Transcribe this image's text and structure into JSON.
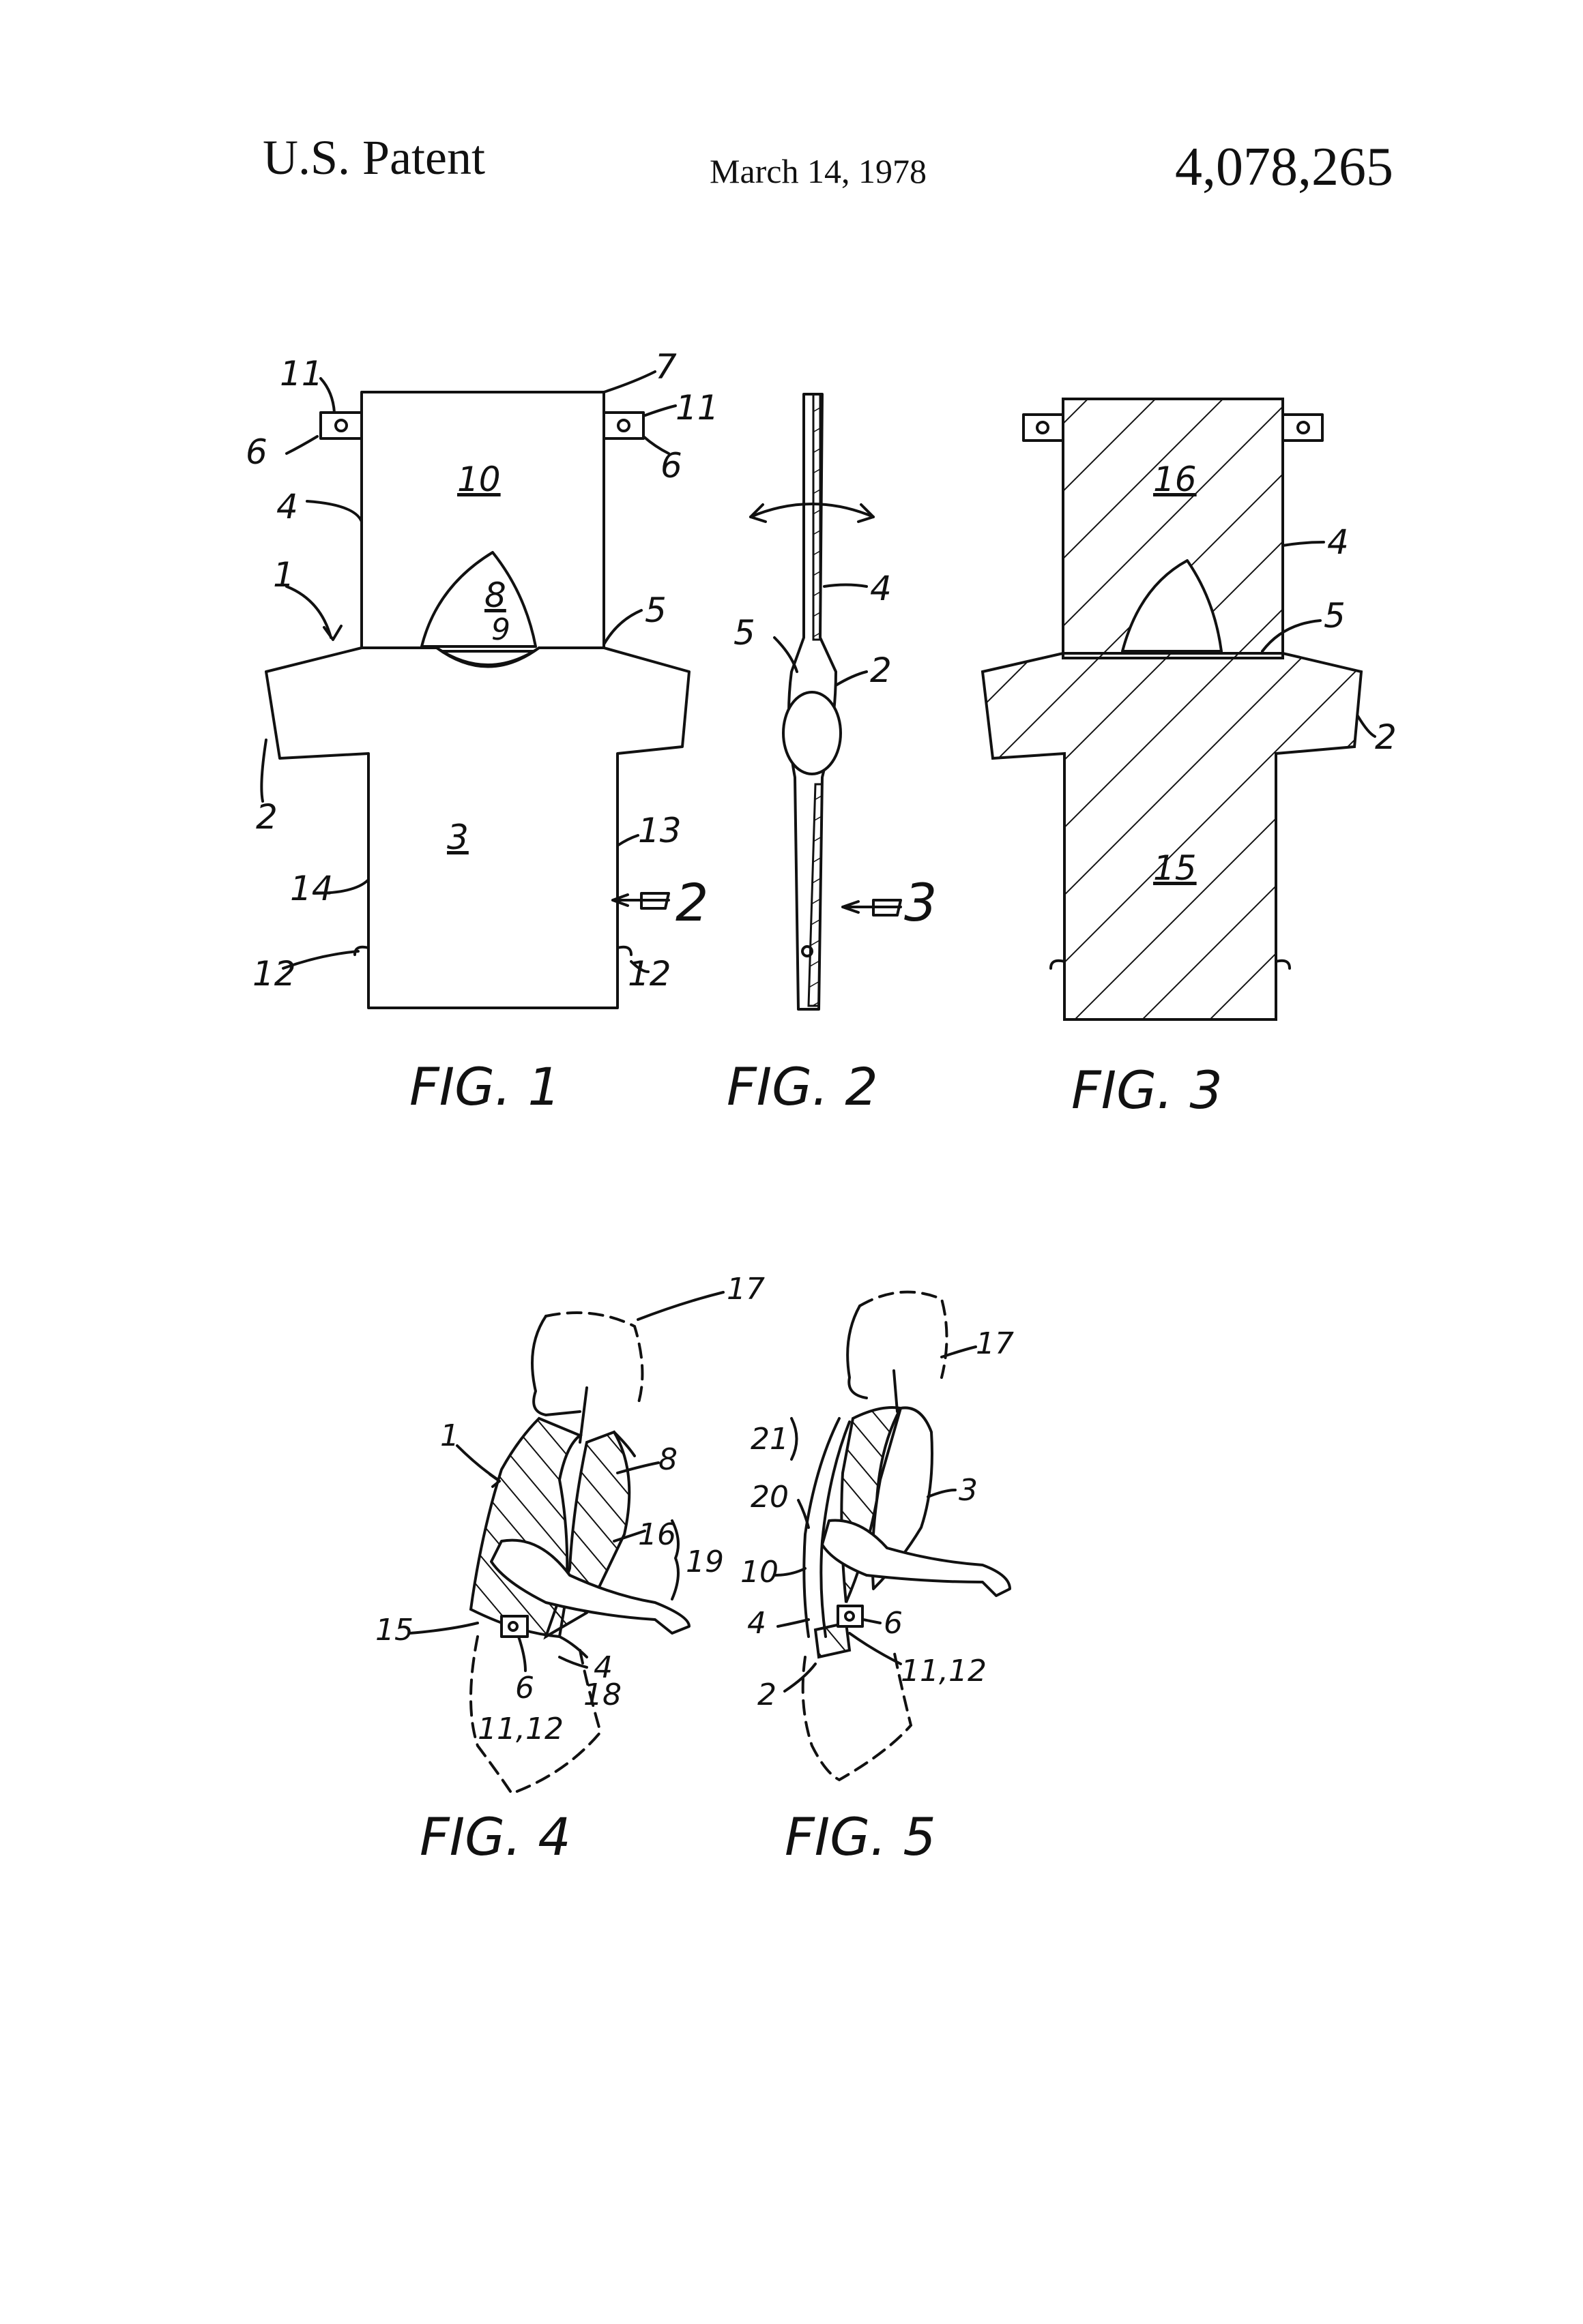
{
  "header": {
    "left": "U.S. Patent",
    "date": "March 14, 1978",
    "patent_number": "4,078,265"
  },
  "figures": [
    {
      "id": "fig1",
      "caption": "FIG. 1",
      "refs": [
        "11",
        "7",
        "11",
        "6",
        "6",
        "10",
        "4",
        "1",
        "8",
        "9",
        "5",
        "2",
        "3",
        "13",
        "14",
        "12",
        "12"
      ],
      "view_arrow": "2"
    },
    {
      "id": "fig2",
      "caption": "FIG. 2",
      "refs": [
        "4",
        "5",
        "2"
      ],
      "view_arrow": "3"
    },
    {
      "id": "fig3",
      "caption": "FIG. 3",
      "refs": [
        "16",
        "4",
        "5",
        "2",
        "15"
      ]
    },
    {
      "id": "fig4",
      "caption": "FIG. 4",
      "refs": [
        "17",
        "1",
        "8",
        "16",
        "19",
        "15",
        "4",
        "6",
        "18",
        "11,12"
      ]
    },
    {
      "id": "fig5",
      "caption": "FIG. 5",
      "refs": [
        "17",
        "21",
        "20",
        "3",
        "10",
        "4",
        "6",
        "2",
        "11,12"
      ]
    }
  ]
}
